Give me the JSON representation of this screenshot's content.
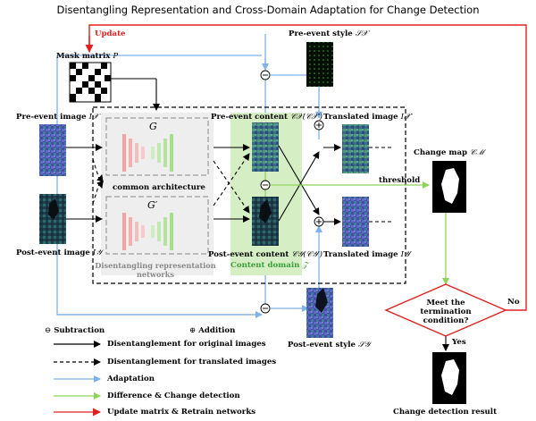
{
  "title": "Disentangling Representation and Cross-Domain Adaptation for Change Detection",
  "labels": {
    "update": "Update",
    "mask_matrix": "Mask matrix",
    "mask_symbol": "P",
    "pre_event_style": "Pre-event style",
    "pre_event_style_symbol": "𝒮𝒳",
    "pre_event_image": "Pre-event image",
    "pre_event_image_symbol": "I𝒳",
    "post_event_image": "Post-event image",
    "post_event_image_symbol": "I𝒴",
    "pre_event_content": "Pre-event content",
    "pre_event_content_symbol": "𝒞𝒳(𝒞𝒳′)",
    "post_event_content": "Post-event content",
    "post_event_content_symbol": "𝒞𝒴(𝒞𝒴′)",
    "translated_image_x": "Translated image",
    "translated_image_x_symbol": "I𝒳′",
    "translated_image_y": "Translated image",
    "translated_image_y_symbol": "I𝒴′",
    "change_map": "Change map",
    "change_map_symbol": "𝒞ℳ",
    "threshold": "threshold",
    "generator_g": "G",
    "generator_g_prime": "G′",
    "common_architecture": "common architecture",
    "disentangling_networks": "Disentangling representation networks",
    "content_domain": "Content domain",
    "content_domain_symbol": "𝒵",
    "post_event_style": "Post-event style",
    "post_event_style_symbol": "𝒮𝒴",
    "termination_condition": "Meet the termination condition?",
    "no": "No",
    "yes": "Yes",
    "change_detection_result": "Change detection result",
    "subtraction_symbol": "⊖",
    "addition_symbol": "⊕"
  },
  "legend": {
    "subtraction": "Subtraction",
    "addition": "Addition",
    "items": [
      {
        "label": "Disentanglement for original images",
        "color": "#000000",
        "style": "solid"
      },
      {
        "label": "Disentanglement for translated images",
        "color": "#000000",
        "style": "dashed"
      },
      {
        "label": "Adaptation",
        "color": "#7fb2e8",
        "style": "solid"
      },
      {
        "label": "Difference & Change detection",
        "color": "#8fd45a",
        "style": "solid"
      },
      {
        "label": "Update matrix & Retrain networks",
        "color": "#e02020",
        "style": "solid"
      }
    ]
  },
  "colors": {
    "red": "#e02020",
    "blue": "#7fb2e8",
    "green": "#8fd45a",
    "content_bg": "#d6eec4",
    "network_bg": "#eeeeee"
  }
}
